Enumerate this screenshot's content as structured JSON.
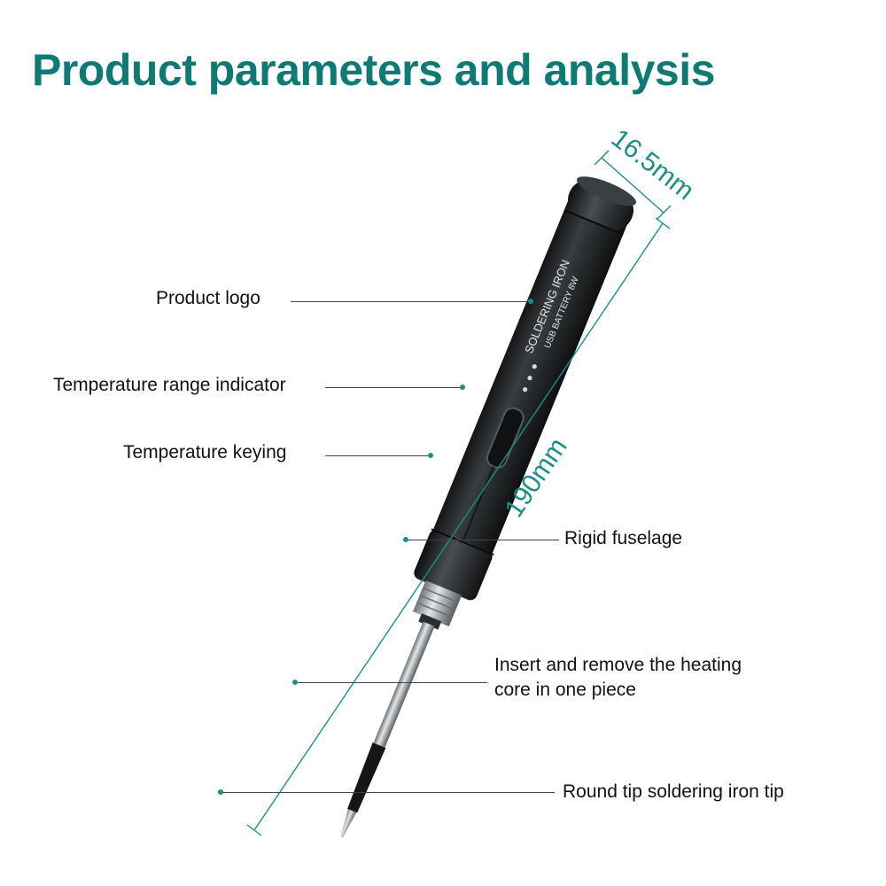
{
  "title": "Product parameters and analysis",
  "dimensions": {
    "diameter": "16.5mm",
    "length": "190mm"
  },
  "product_print": {
    "line1": "SOLDERING IRON",
    "line2": "USB BATTERY 8W"
  },
  "callouts": [
    {
      "text": "Product logo"
    },
    {
      "text": "Temperature range indicator"
    },
    {
      "text": "Temperature keying"
    },
    {
      "text": "Rigid fuselage"
    },
    {
      "text": "Insert and remove the heating core in one piece",
      "line1": "Insert and remove the heating",
      "line2": "core in one piece"
    },
    {
      "text": "Round tip soldering iron tip"
    }
  ],
  "colors": {
    "accent": "#0f7a73",
    "dimension": "#1b8f86",
    "body": "#2a2d2f"
  }
}
